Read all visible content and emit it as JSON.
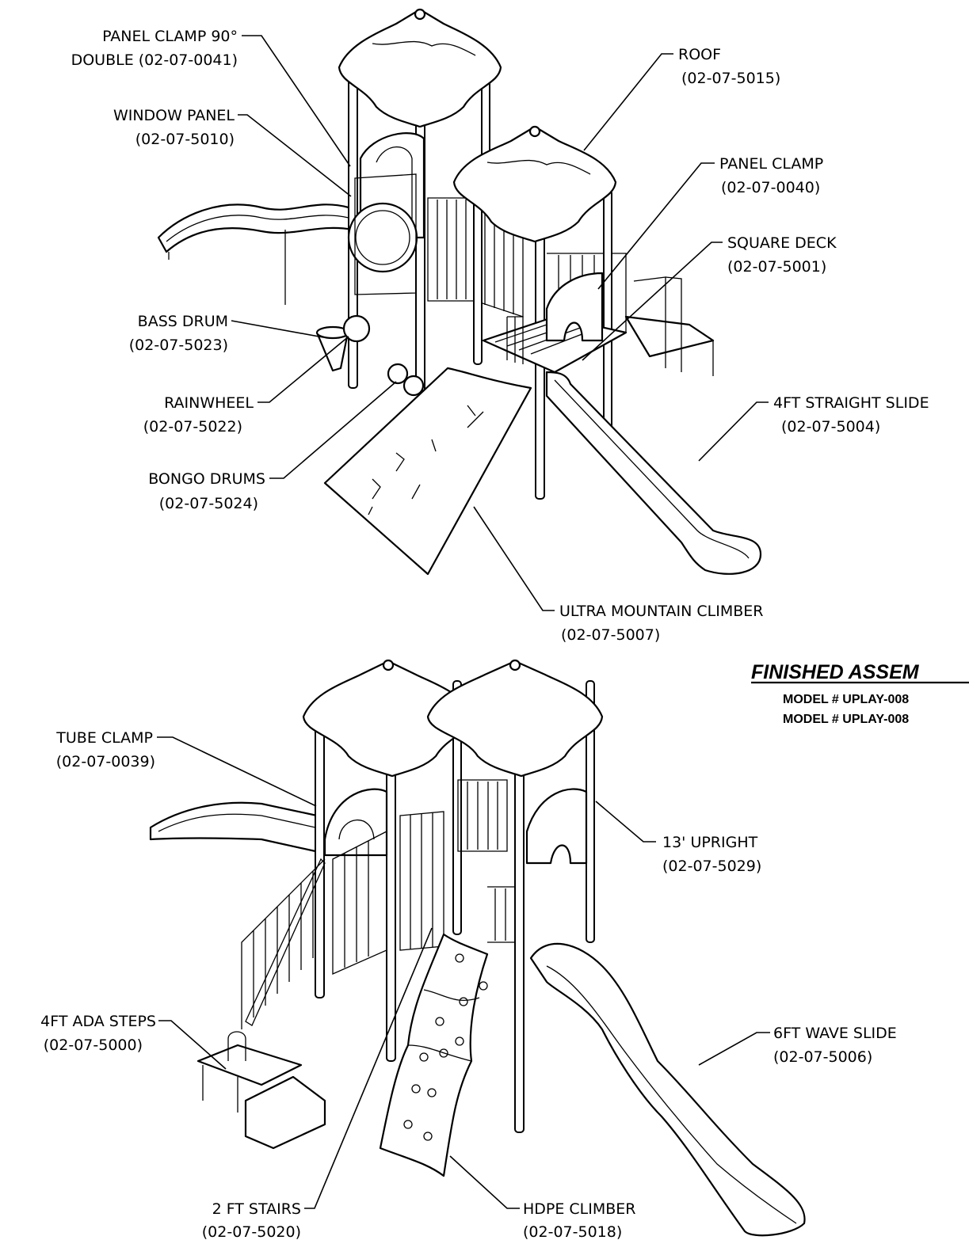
{
  "callouts": [
    {
      "id": "panel-clamp-90",
      "lines": [
        "PANEL CLAMP 90°",
        "DOUBLE (02-07-0041)"
      ]
    },
    {
      "id": "window-panel",
      "lines": [
        "WINDOW PANEL",
        "(02-07-5010)"
      ]
    },
    {
      "id": "bass-drum",
      "lines": [
        "BASS DRUM",
        "(02-07-5023)"
      ]
    },
    {
      "id": "rainwheel",
      "lines": [
        "RAINWHEEL",
        "(02-07-5022)"
      ]
    },
    {
      "id": "bongo-drums",
      "lines": [
        "BONGO DRUMS",
        "(02-07-5024)"
      ]
    },
    {
      "id": "roof",
      "lines": [
        "ROOF",
        "(02-07-5015)"
      ]
    },
    {
      "id": "panel-clamp",
      "lines": [
        "PANEL CLAMP",
        "(02-07-0040)"
      ]
    },
    {
      "id": "square-deck",
      "lines": [
        "SQUARE DECK",
        "(02-07-5001)"
      ]
    },
    {
      "id": "straight-slide",
      "lines": [
        "4FT STRAIGHT SLIDE",
        "(02-07-5004)"
      ]
    },
    {
      "id": "mountain-climber",
      "lines": [
        "ULTRA MOUNTAIN CLIMBER",
        "(02-07-5007)"
      ]
    },
    {
      "id": "tube-clamp",
      "lines": [
        "TUBE CLAMP",
        "(02-07-0039)"
      ]
    },
    {
      "id": "upright",
      "lines": [
        "13' UPRIGHT",
        "(02-07-5029)"
      ]
    },
    {
      "id": "ada-steps",
      "lines": [
        "4FT ADA STEPS",
        "(02-07-5000)"
      ]
    },
    {
      "id": "wave-slide",
      "lines": [
        "6FT WAVE SLIDE",
        "(02-07-5006)"
      ]
    },
    {
      "id": "stairs",
      "lines": [
        "2 FT STAIRS",
        "(02-07-5020)"
      ]
    },
    {
      "id": "hdpe-climber",
      "lines": [
        "HDPE CLIMBER",
        "(02-07-5018)"
      ]
    }
  ],
  "title": {
    "heading": "FINISHED ASSEM",
    "models": [
      "MODEL # UPLAY-008",
      "MODEL # UPLAY-008"
    ]
  }
}
